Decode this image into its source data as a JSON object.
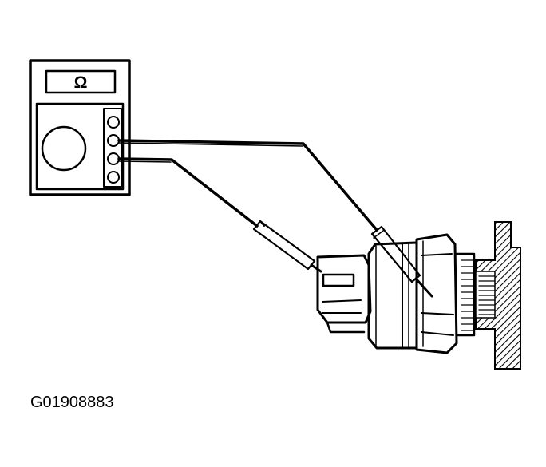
{
  "figure": {
    "id_label": "G01908883",
    "meter_display_symbol": "Ω"
  },
  "components": {
    "meter_jacks": 4,
    "ink_color": "#000000",
    "background_color": "#ffffff"
  }
}
